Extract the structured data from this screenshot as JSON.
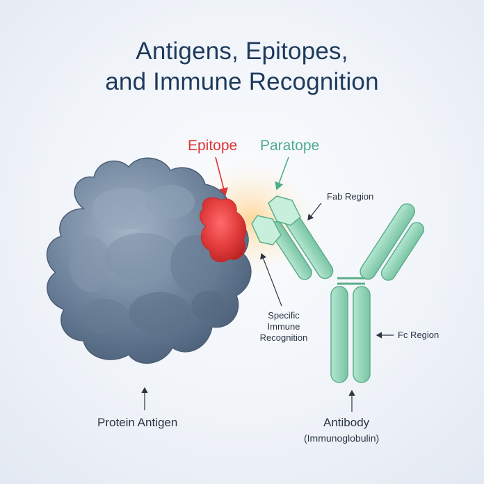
{
  "title": {
    "line1": "Antigens, Epitopes,",
    "line2": "and Immune Recognition"
  },
  "labels": {
    "epitope": "Epitope",
    "paratope": "Paratope",
    "fab_region": "Fab Region",
    "fc_region": "Fc Region",
    "specific_line1": "Specific",
    "specific_line2": "Immune",
    "specific_line3": "Recognition",
    "protein_antigen": "Protein Antigen",
    "antibody": "Antibody",
    "antibody_sub": "(Immunoglobulin)"
  },
  "colors": {
    "antigen": "#6f849c",
    "antigen_dark": "#4e627a",
    "antigen_light": "#a8b7c8",
    "epitope": "#e23b3b",
    "paratope": "#4fae8a",
    "antibody": "#9bd9bf",
    "antibody_stroke": "#5cae8b",
    "title": "#1d3a5c",
    "text": "#2a3442"
  }
}
